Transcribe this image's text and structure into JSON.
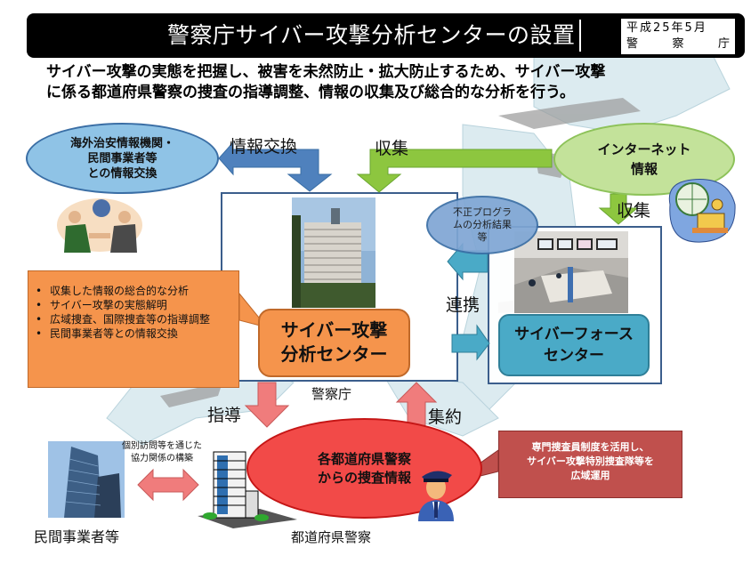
{
  "header": {
    "title": "警察庁サイバー攻撃分析センターの設置",
    "date": "平成25年5月",
    "issuer_chars": [
      "警",
      "察",
      "庁"
    ]
  },
  "subtitle": {
    "line1": "サイバー攻撃の実態を把握し、被害を未然防止・拡大防止するため、サイバー攻撃",
    "line2": "に係る都道府県警察の捜査の指導調整、情報の収集及び総合的な分析を行う。"
  },
  "nodes": {
    "foreign": {
      "lines": [
        "海外治安情報機関・",
        "民間事業者等",
        "との情報交換"
      ]
    },
    "internet": {
      "lines": [
        "インターネット",
        "情報"
      ]
    },
    "malware": {
      "lines": [
        "不正プログラ",
        "ムの分析結果",
        "等"
      ]
    },
    "analysis_center": {
      "lines": [
        "サイバー攻撃",
        "分析センター"
      ]
    },
    "cyber_force": {
      "lines": [
        "サイバーフォース",
        "センター"
      ]
    },
    "prefecture_info": {
      "lines": [
        "各都道府県警察",
        "からの捜査情報"
      ]
    },
    "special_unit": {
      "lines": [
        "専門捜査員制度を活用し、",
        "サイバー攻撃特別捜査隊等を",
        "広域運用"
      ]
    }
  },
  "functions": [
    "収集した情報の総合的な分析",
    "サイバー攻撃の実態解明",
    "広域捜査、国際捜査等の指導調整",
    "民間事業者等との情報交換"
  ],
  "edge_labels": {
    "exchange": "情報交換",
    "collect_main": "収集",
    "collect_internet": "収集",
    "cooperation": "連携",
    "guidance": "指導",
    "aggregation": "集約",
    "coop_building": [
      "個別訪問等を通じた",
      "協力関係の構築"
    ]
  },
  "place_labels": {
    "npa": "警察庁",
    "prefectures": "都道府県警察",
    "private": "民間事業者等"
  },
  "colors": {
    "title_bg": "#000000",
    "blue_arrow": "#4f81bd",
    "green_arrow": "#8dc63f",
    "teal_arrow": "#4aaac7",
    "pink_arrow": "#f07c7c",
    "orange": "#f5944c",
    "red_oval": "#f24a48",
    "red_callout": "#c0504d"
  }
}
